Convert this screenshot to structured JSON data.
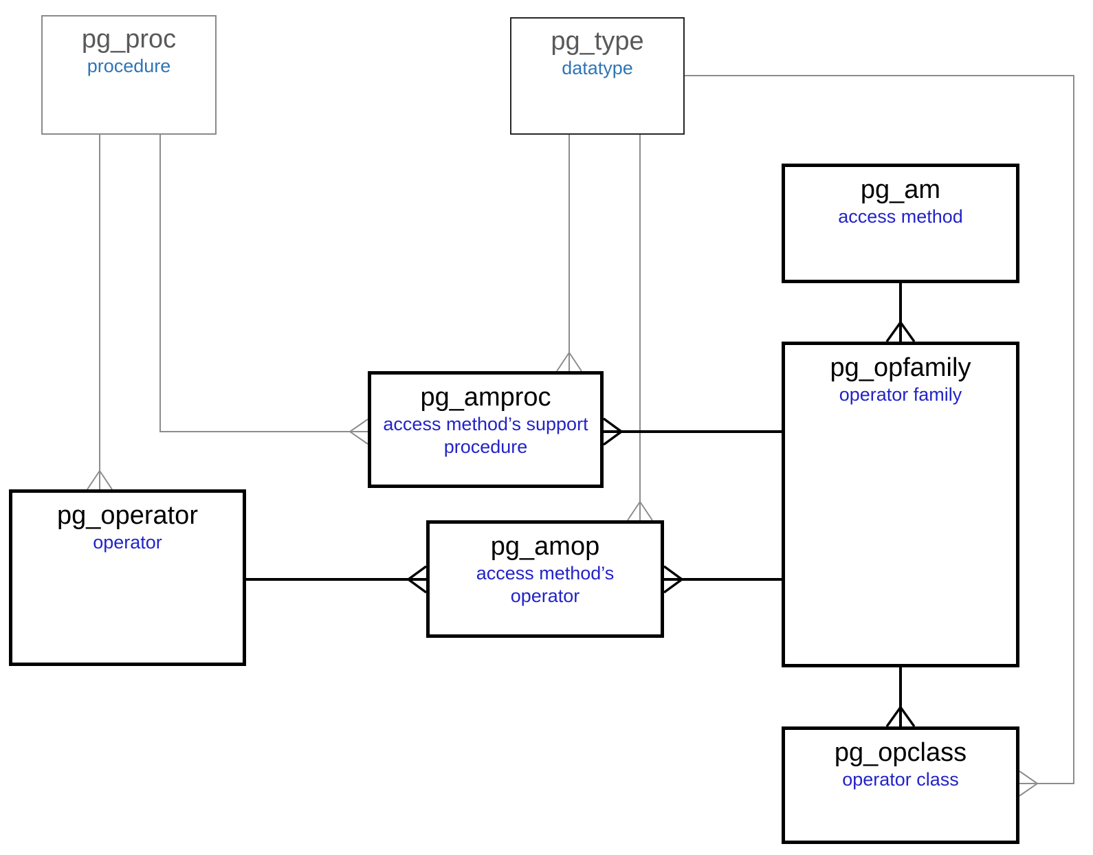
{
  "entities": {
    "pg_proc": {
      "name": "pg_proc",
      "description": "procedure"
    },
    "pg_type": {
      "name": "pg_type",
      "description": "datatype"
    },
    "pg_am": {
      "name": "pg_am",
      "description": "access method"
    },
    "pg_opfamily": {
      "name": "pg_opfamily",
      "description": "operator family"
    },
    "pg_amproc": {
      "name": "pg_amproc",
      "description": "access method’s support procedure"
    },
    "pg_operator": {
      "name": "pg_operator",
      "description": "operator"
    },
    "pg_amop": {
      "name": "pg_amop",
      "description": "access method’s operator"
    },
    "pg_opclass": {
      "name": "pg_opclass",
      "description": "operator class"
    }
  },
  "relationships": [
    {
      "from": "pg_proc",
      "to": "pg_operator",
      "many_end": "pg_operator",
      "style": "muted"
    },
    {
      "from": "pg_proc",
      "to": "pg_amproc",
      "many_end": "pg_amproc",
      "style": "muted"
    },
    {
      "from": "pg_type",
      "to": "pg_amproc",
      "many_end": "pg_amproc",
      "style": "muted"
    },
    {
      "from": "pg_type",
      "to": "pg_amop",
      "many_end": "pg_amop",
      "style": "muted"
    },
    {
      "from": "pg_type",
      "to": "pg_opclass",
      "many_end": "pg_opclass",
      "style": "muted"
    },
    {
      "from": "pg_am",
      "to": "pg_opfamily",
      "many_end": "pg_opfamily",
      "style": "primary"
    },
    {
      "from": "pg_opfamily",
      "to": "pg_amproc",
      "many_end": "pg_amproc",
      "style": "primary"
    },
    {
      "from": "pg_operator",
      "to": "pg_amop",
      "many_end": "pg_amop",
      "style": "primary"
    },
    {
      "from": "pg_opfamily",
      "to": "pg_amop",
      "many_end": "pg_amop",
      "style": "primary"
    },
    {
      "from": "pg_opfamily",
      "to": "pg_opclass",
      "many_end": "pg_opclass",
      "style": "primary"
    }
  ],
  "colors": {
    "background": "#ffffff",
    "box_title_muted": "#595959",
    "box_subtitle_muted": "#2e75b6",
    "box_border_muted": "#8a8a8a",
    "box_border_type": "#262626",
    "box_title_primary": "#000000",
    "box_subtitle_primary": "#2323c8",
    "box_border_primary": "#000000",
    "wire_muted": "#8c8c8c",
    "wire_primary": "#000000"
  }
}
